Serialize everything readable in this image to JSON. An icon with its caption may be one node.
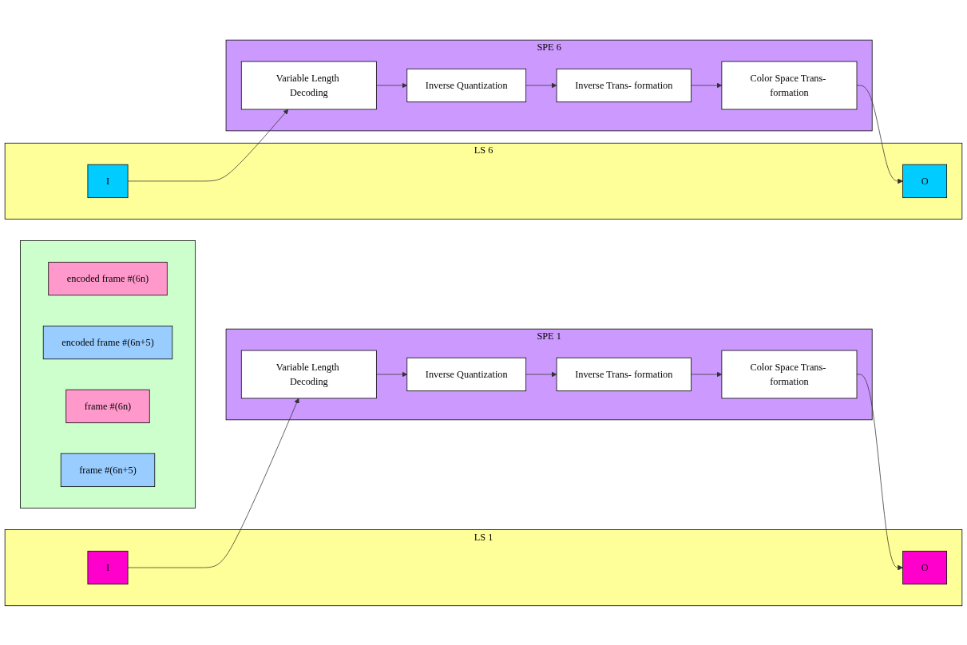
{
  "diagram": {
    "nodes": [
      {
        "text": [],
        "shape": "box"
      },
      {
        "text": [
          "encoded frame #(6n)"
        ],
        "in": 0
      },
      {
        "text": [
          "encoded frame #(6n+5)"
        ],
        "in": 0
      },
      {
        "text": [
          "frame #(6n)"
        ],
        "in": 0
      },
      {
        "text": [
          "frame #(6n+5)"
        ],
        "in": 0
      },
      {
        "text": [
          "LS 1"
        ]
      },
      {
        "text": [
          "I"
        ],
        "in": 5
      },
      {
        "text": [
          "O"
        ],
        "in": 5
      },
      {
        "text": [
          "SPE 1"
        ]
      },
      {
        "text": [
          "Variable Length Decoding"
        ],
        "in": 8
      },
      {
        "text": [
          "Inverse Quantization"
        ],
        "in": 8
      },
      {
        "text": [
          "Inverse Trans- formation"
        ],
        "in": 8
      },
      {
        "text": [
          "Color Space Trans- formation"
        ],
        "in": 8
      },
      {
        "text": [
          "LS 6"
        ]
      },
      {
        "text": [
          "I"
        ],
        "in": 13
      },
      {
        "text": [
          "O"
        ],
        "in": 13
      },
      {
        "text": [
          "SPE 6"
        ]
      },
      {
        "text": [
          "Variable Length Decoding"
        ],
        "in": 16
      },
      {
        "text": [
          "Inverse Quantization"
        ],
        "in": 16
      },
      {
        "text": [
          "Inverse Trans- formation"
        ],
        "in": 16
      },
      {
        "text": [
          "Color Space Trans- formation"
        ],
        "in": 16
      }
    ],
    "edges": [
      {
        "from": 6,
        "to": 9,
        "arrow": "to"
      },
      {
        "from": 9,
        "to": 10,
        "arrow": "to"
      },
      {
        "from": 10,
        "to": 11,
        "arrow": "to"
      },
      {
        "from": 11,
        "to": 12,
        "arrow": "to"
      },
      {
        "from": 12,
        "to": 7,
        "arrow": "to"
      },
      {
        "from": 14,
        "to": 17,
        "arrow": "to"
      },
      {
        "from": 17,
        "to": 18,
        "arrow": "to"
      },
      {
        "from": 18,
        "to": 19,
        "arrow": "to"
      },
      {
        "from": 19,
        "to": 20,
        "arrow": "to"
      },
      {
        "from": 20,
        "to": 15,
        "arrow": "to"
      }
    ]
  }
}
